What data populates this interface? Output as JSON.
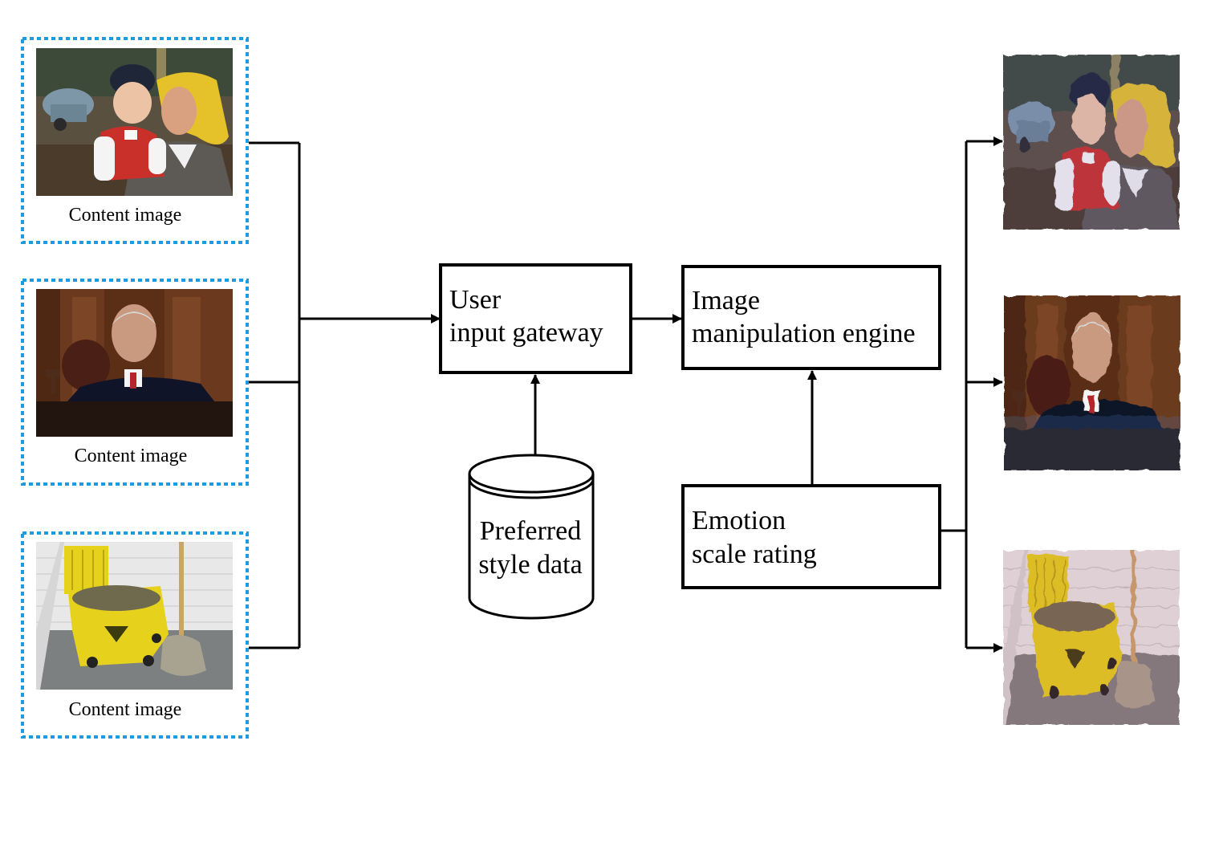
{
  "inputs": [
    {
      "label": "Content image",
      "scene": "mother and child with truck"
    },
    {
      "label": "Content image",
      "scene": "judge at bench"
    },
    {
      "label": "Content image",
      "scene": "yellow mop bucket with mop"
    }
  ],
  "gateway": {
    "line1": "User",
    "line2": "input gateway"
  },
  "engine": {
    "line1": "Image",
    "line2": "manipulation engine"
  },
  "style_store": {
    "line1": "Preferred",
    "line2": "style data"
  },
  "emotion": {
    "line1": "Emotion",
    "line2": "scale rating"
  },
  "outputs": [
    {
      "scene": "stylized mother and child"
    },
    {
      "scene": "stylized judge"
    },
    {
      "scene": "stylized mop bucket"
    }
  ],
  "colors": {
    "dashed_border": "#1e9be0",
    "line": "#000000",
    "bucket_yellow": "#e6d21c",
    "judge_robe": "#101428",
    "wood": "#6b3a1e"
  }
}
